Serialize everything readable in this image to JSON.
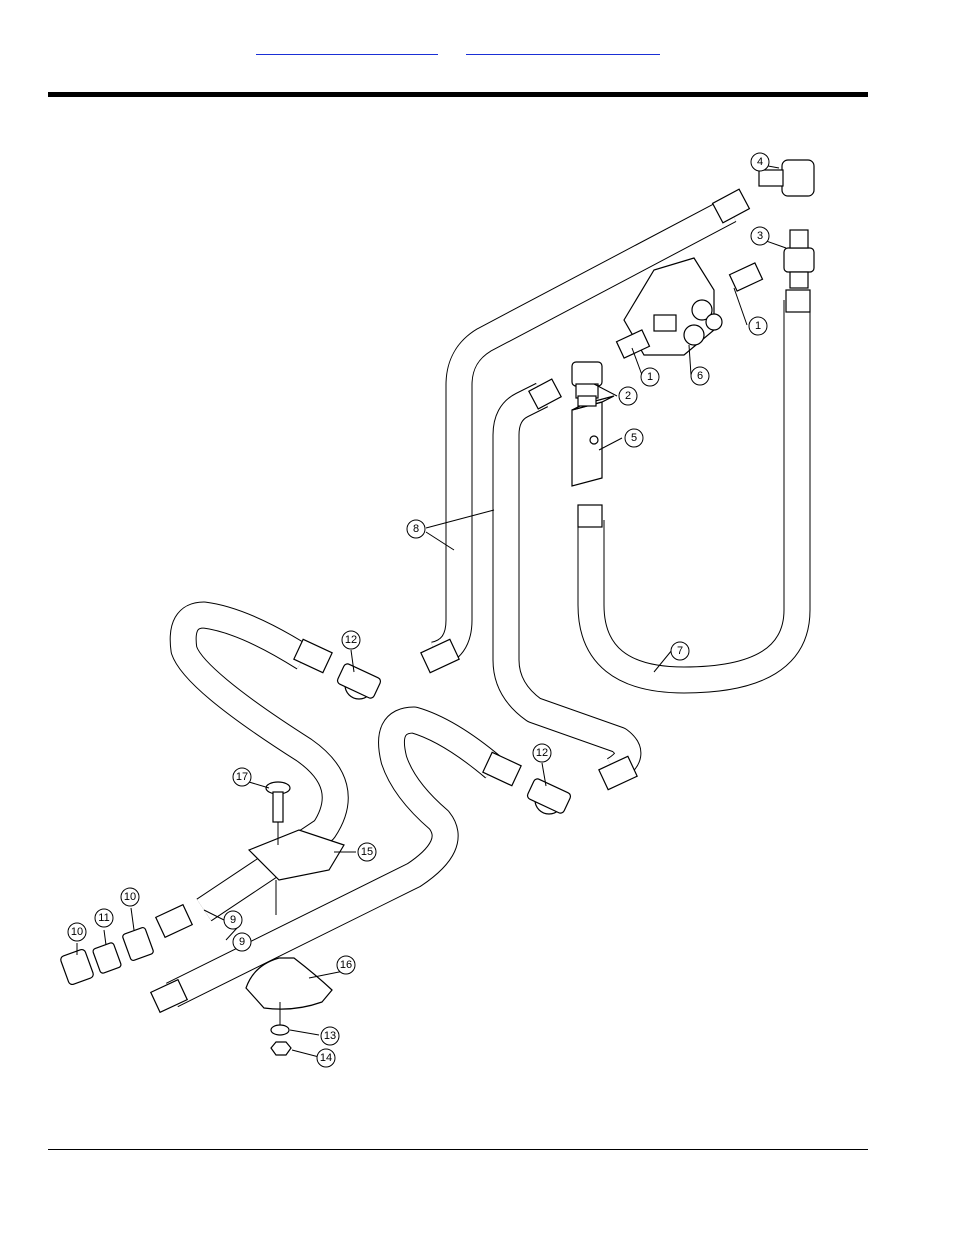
{
  "header": {
    "link_left": "",
    "link_right": ""
  },
  "diagram": {
    "callouts": [
      {
        "id": "c1a",
        "label": "1"
      },
      {
        "id": "c1b",
        "label": "1"
      },
      {
        "id": "c2",
        "label": "2"
      },
      {
        "id": "c3",
        "label": "3"
      },
      {
        "id": "c4",
        "label": "4"
      },
      {
        "id": "c5",
        "label": "5"
      },
      {
        "id": "c6",
        "label": "6"
      },
      {
        "id": "c7",
        "label": "7"
      },
      {
        "id": "c8",
        "label": "8"
      },
      {
        "id": "c9",
        "label": "9"
      },
      {
        "id": "c10a",
        "label": "10"
      },
      {
        "id": "c10b",
        "label": "10"
      },
      {
        "id": "c11",
        "label": "11"
      },
      {
        "id": "c12a",
        "label": "12"
      },
      {
        "id": "c12b",
        "label": "12"
      },
      {
        "id": "c13",
        "label": "13"
      },
      {
        "id": "c14",
        "label": "14"
      },
      {
        "id": "c15",
        "label": "15"
      },
      {
        "id": "c16",
        "label": "16"
      },
      {
        "id": "c17",
        "label": "17"
      }
    ]
  }
}
